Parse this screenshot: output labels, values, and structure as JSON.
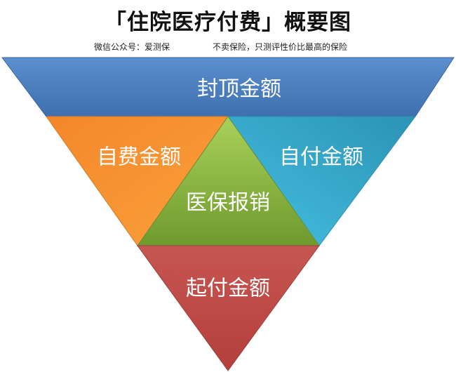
{
  "title": "「住院医疗付费」概要图",
  "subtitle": {
    "left": "微信公众号：爱测保",
    "right": "不卖保险，只测评性价比最高的保险"
  },
  "diagram": {
    "segments": [
      {
        "key": "top",
        "label": "封顶金额",
        "color": "#4f81bd"
      },
      {
        "key": "left",
        "label": "自费金额",
        "color": "#f79646"
      },
      {
        "key": "right",
        "label": "自付金额",
        "color": "#3ca8cc"
      },
      {
        "key": "center",
        "label": "医保报销",
        "color": "#8db342"
      },
      {
        "key": "bottom",
        "label": "起付金额",
        "color": "#c0504d"
      }
    ]
  }
}
